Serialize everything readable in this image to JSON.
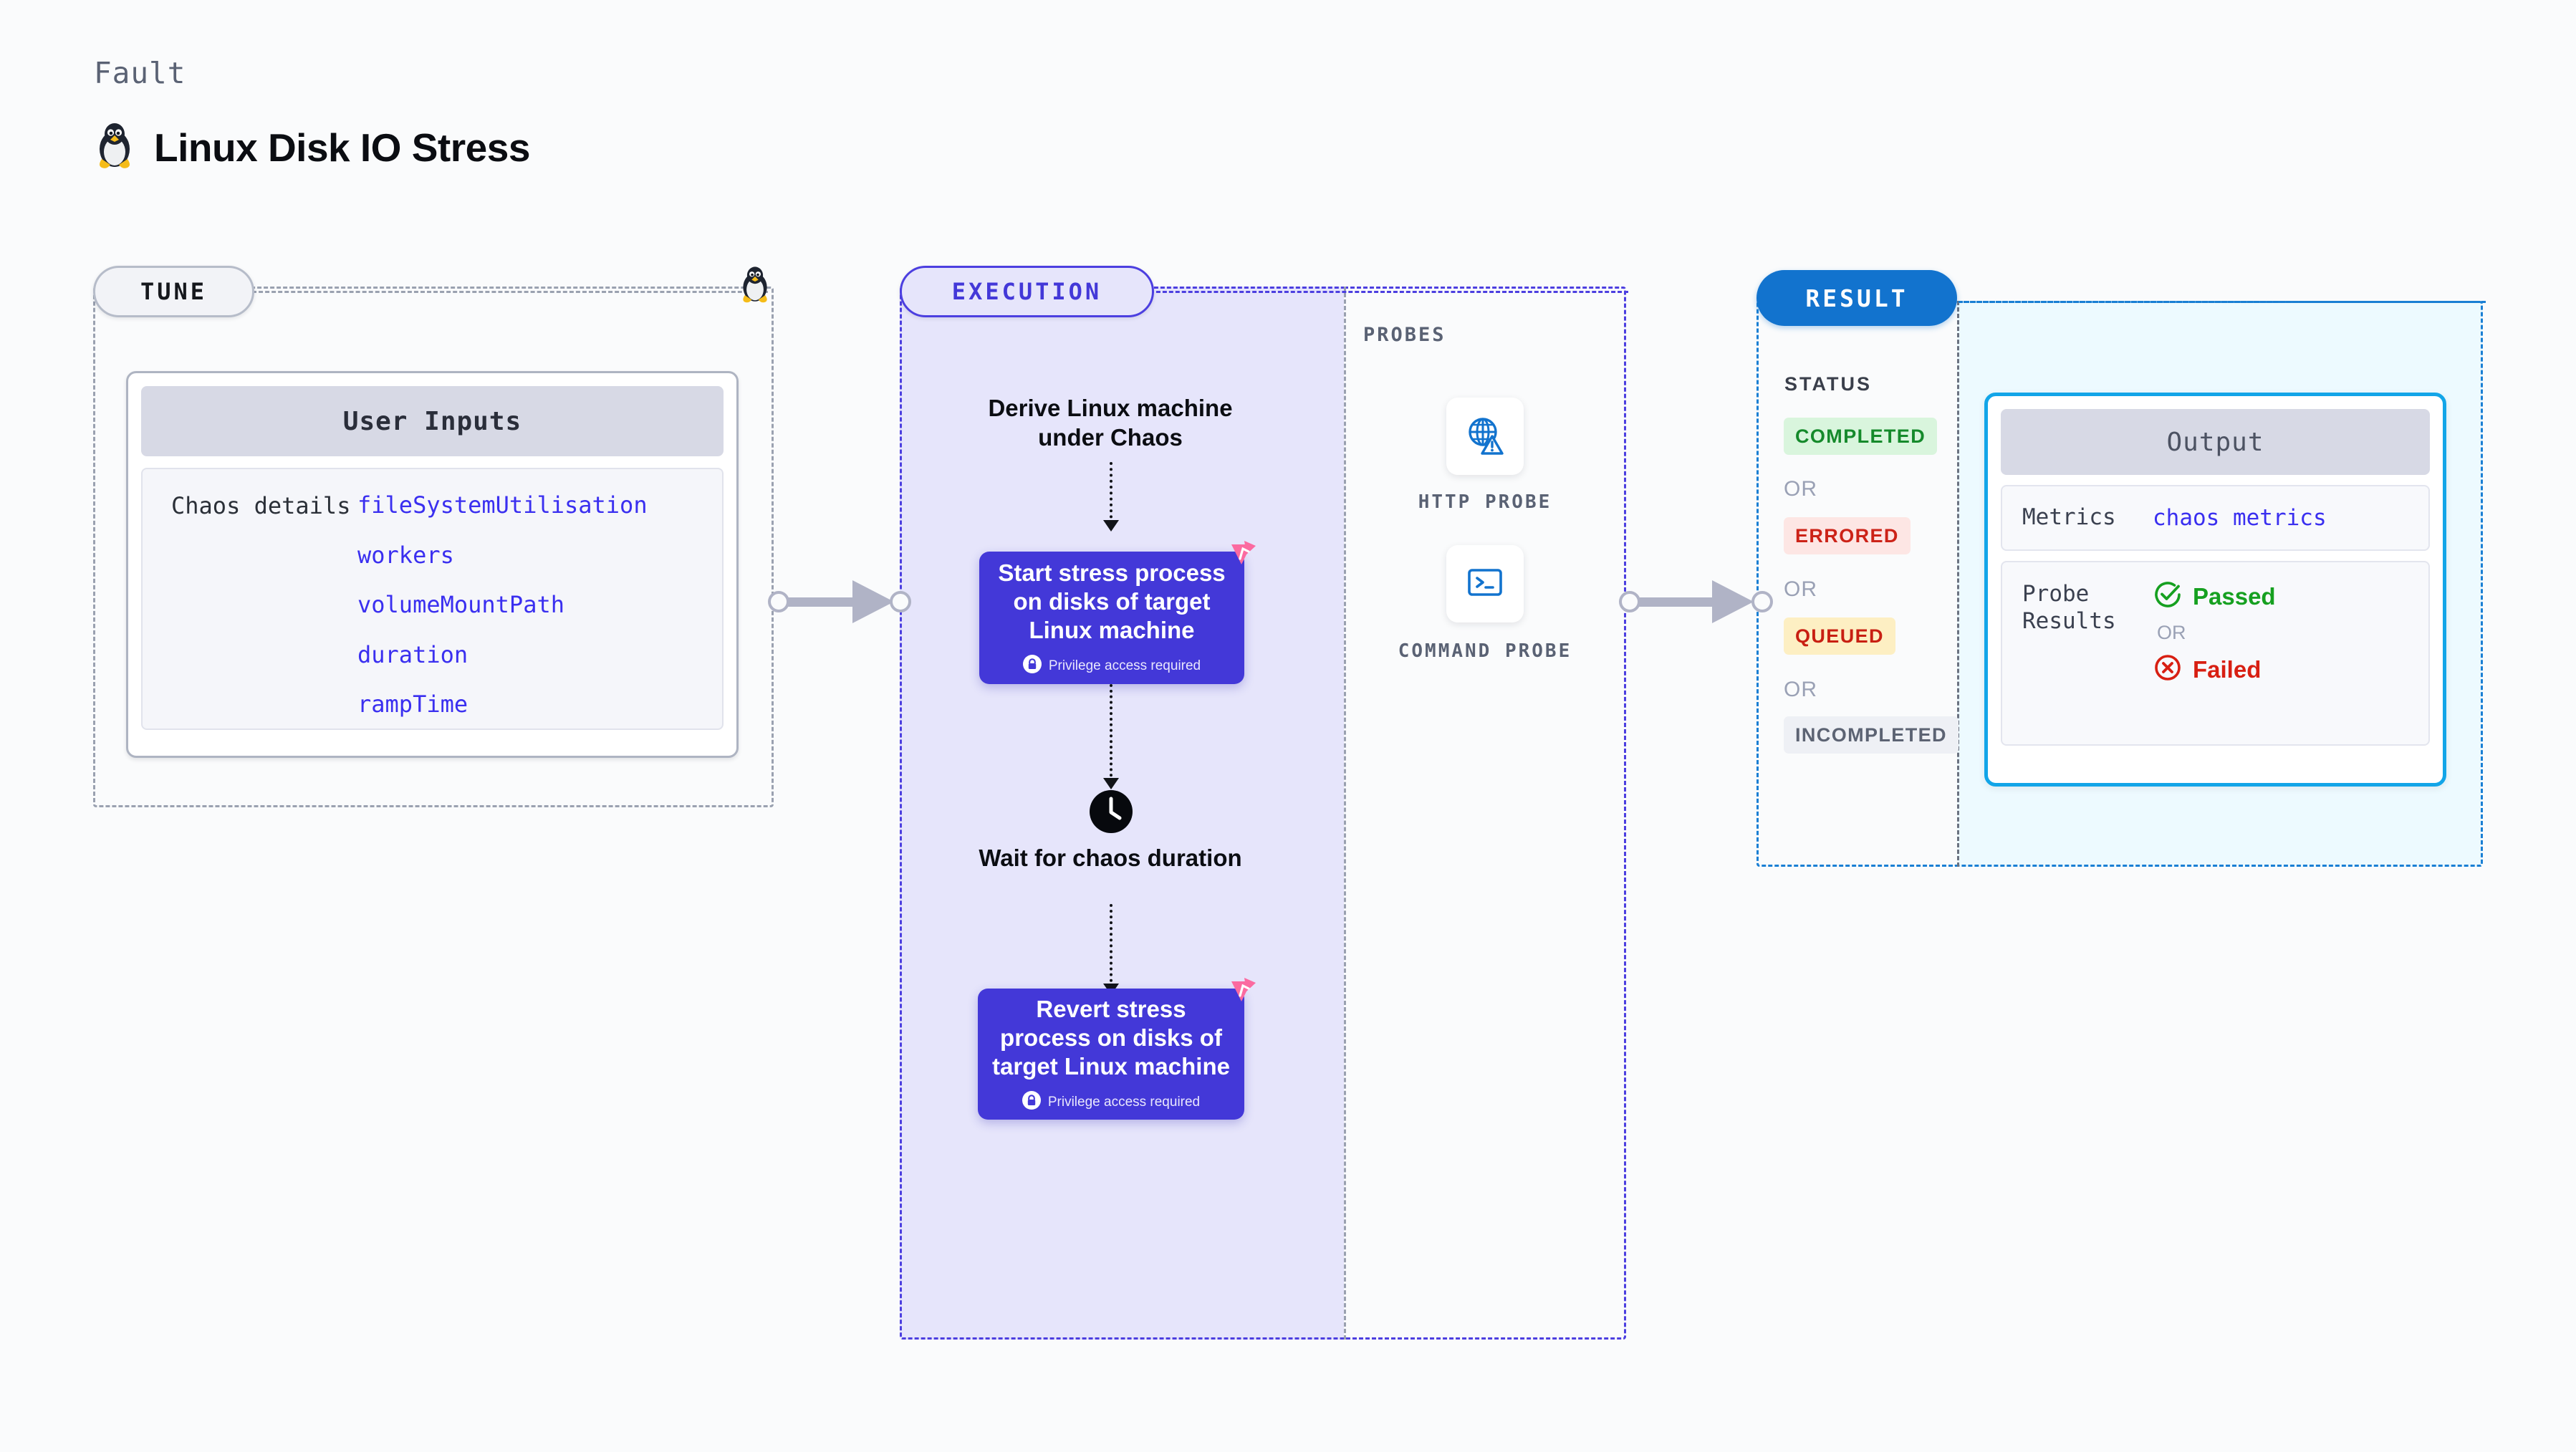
{
  "header": {
    "kicker": "Fault",
    "title": "Linux Disk IO Stress",
    "logo_icon": "linux-penguin-icon"
  },
  "tune": {
    "pill_label": "TUNE",
    "marker_icon": "linux-penguin-icon",
    "card": {
      "title": "User Inputs",
      "row_label": "Chaos details",
      "values": [
        "fileSystemUtilisation",
        "workers",
        "volumeMountPath",
        "duration",
        "rampTime"
      ]
    }
  },
  "execution": {
    "pill_label": "EXECUTION",
    "step1_text": "Derive Linux machine under Chaos",
    "step2": {
      "title": "Start stress process on disks of target Linux machine",
      "privilege_note": "Privilege access required",
      "lock_icon": "lock-icon",
      "corner_icon": "litmus-badge-icon"
    },
    "step3": {
      "clock_icon": "clock-icon",
      "text": "Wait for chaos duration"
    },
    "step4": {
      "title": "Revert stress process on disks of target Linux machine",
      "privilege_note": "Privilege access required",
      "lock_icon": "lock-icon",
      "corner_icon": "litmus-badge-icon"
    }
  },
  "probes": {
    "title": "PROBES",
    "items": [
      {
        "icon": "globe-warning-icon",
        "label": "HTTP PROBE"
      },
      {
        "icon": "terminal-prompt-icon",
        "label": "COMMAND PROBE"
      }
    ]
  },
  "result": {
    "pill_label": "RESULT",
    "status_title": "STATUS",
    "or_label": "OR",
    "statuses": [
      {
        "label": "COMPLETED",
        "bg": "#d9f5dd",
        "fg": "#158a2b"
      },
      {
        "label": "ERRORED",
        "bg": "#fde6e4",
        "fg": "#cc2318"
      },
      {
        "label": "QUEUED",
        "bg": "#fdefc3",
        "fg": "#c81f12"
      },
      {
        "label": "INCOMPLETED",
        "bg": "#eef0f5",
        "fg": "#5c6373"
      }
    ],
    "output": {
      "title": "Output",
      "metrics_label": "Metrics",
      "metrics_value": "chaos metrics",
      "probe_label": "Probe Results",
      "passed_label": "Passed",
      "passed_icon": "check-circle-icon",
      "failed_label": "Failed",
      "failed_icon": "x-circle-icon",
      "or_label": "OR"
    }
  },
  "colors": {
    "accent_purple": "#4338d8",
    "accent_blue": "#1273ce",
    "accent_cyan": "#12a5e8",
    "pink_badge": "#fb6aa0",
    "gray_dash": "#9aa1b0",
    "background": "#fafbfc"
  }
}
